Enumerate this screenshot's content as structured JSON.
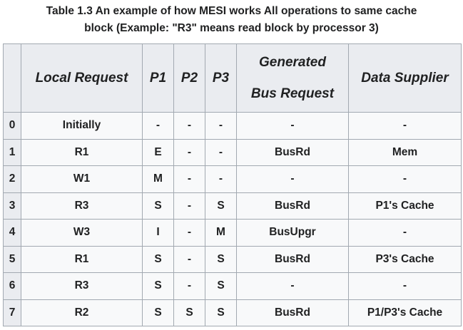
{
  "caption": {
    "line1": "Table 1.3 An example of how MESI works All operations to same cache",
    "line2": "block (Example: \"R3\" means read block by processor 3)"
  },
  "headers": {
    "index": "",
    "local_request": "Local Request",
    "p1": "P1",
    "p2": "P2",
    "p3": "P3",
    "bus_request_line1": "Generated",
    "bus_request_line2": "Bus Request",
    "data_supplier": "Data Supplier"
  },
  "rows": [
    {
      "index": "0",
      "local_request": "Initially",
      "p1": "-",
      "p2": "-",
      "p3": "-",
      "bus_request": "-",
      "data_supplier": "-"
    },
    {
      "index": "1",
      "local_request": "R1",
      "p1": "E",
      "p2": "-",
      "p3": "-",
      "bus_request": "BusRd",
      "data_supplier": "Mem"
    },
    {
      "index": "2",
      "local_request": "W1",
      "p1": "M",
      "p2": "-",
      "p3": "-",
      "bus_request": "-",
      "data_supplier": "-"
    },
    {
      "index": "3",
      "local_request": "R3",
      "p1": "S",
      "p2": "-",
      "p3": "S",
      "bus_request": "BusRd",
      "data_supplier": "P1's Cache"
    },
    {
      "index": "4",
      "local_request": "W3",
      "p1": "I",
      "p2": "-",
      "p3": "M",
      "bus_request": "BusUpgr",
      "data_supplier": "-"
    },
    {
      "index": "5",
      "local_request": "R1",
      "p1": "S",
      "p2": "-",
      "p3": "S",
      "bus_request": "BusRd",
      "data_supplier": "P3's Cache"
    },
    {
      "index": "6",
      "local_request": "R3",
      "p1": "S",
      "p2": "-",
      "p3": "S",
      "bus_request": "-",
      "data_supplier": "-"
    },
    {
      "index": "7",
      "local_request": "R2",
      "p1": "S",
      "p2": "S",
      "p3": "S",
      "bus_request": "BusRd",
      "data_supplier": "P1/P3's Cache"
    }
  ],
  "colors": {
    "header_bg": "#eaecf0",
    "cell_bg": "#f8f9fa",
    "border": "#a2a9b1",
    "text": "#202122"
  }
}
